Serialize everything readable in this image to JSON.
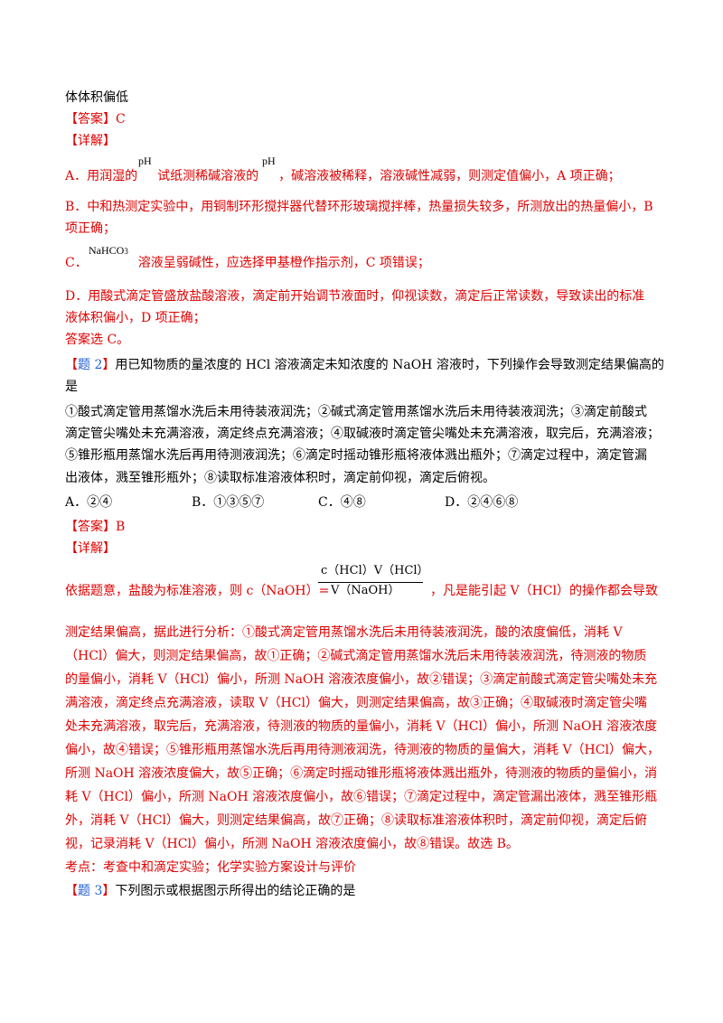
{
  "lines": {
    "l1": "体体积偏低",
    "ans1_tag": "【答案】",
    "ans1_val": "C",
    "detail1_tag": "【详解】",
    "a_pre": "A．用润湿的",
    "a_ph1": "pH",
    "a_mid": "试纸测稀碱溶液的",
    "a_ph2": "pH",
    "a_post": "，碱溶液被稀释，溶液碱性减弱，则测定值偏小，A 项正确；",
    "b1": "B．中和热测定实验中，用铜制环形搅拌器代替环形玻璃搅拌棒，热量损失较多，所测放出的热量偏小，B",
    "b2": "项正确；",
    "c_pre": "C．",
    "c_formula_main": "NaHCO",
    "c_formula_sub": "3",
    "c_post": "溶液呈弱碱性，应选择甲基橙作指示剂，C 项错误；",
    "d1": "D．用酸式滴定管盛放盐酸溶液，滴定前开始调节液面时，仰视读数，滴定后正常读数，导致读出的标准",
    "d2": "液体积偏小，D 项正确；",
    "sel": "答案选 C。"
  },
  "q2": {
    "tag_open": "【",
    "tag_text": "题 2",
    "tag_close": "】",
    "stem1": "用已知物质的量浓度的 HCl 溶液滴定未知浓度的 NaOH 溶液时，下列操作会导致测定结果偏高的",
    "stem2": "是",
    "s1": "①酸式滴定管用蒸馏水洗后未用待装液润洗；②碱式滴定管用蒸馏水洗后未用待装液润洗；③滴定前酸式",
    "s2": "滴定管尖嘴处未充满溶液，滴定终点充满溶液；④取碱液时滴定管尖嘴处未充满溶液，取完后，充满溶液；",
    "s3": "⑤锥形瓶用蒸馏水洗后再用待测液润洗；⑥滴定时摇动锥形瓶将液体溅出瓶外；⑦滴定过程中，滴定管漏",
    "s4": "出液体，溅至锥形瓶外；⑧读取标准溶液体积时，滴定前仰视，滴定后俯视。",
    "options": [
      "A．②④",
      "B．①③⑤⑦",
      "C．④⑧",
      "D．②④⑥⑧"
    ],
    "ans_tag": "【答案】",
    "ans_val": "B",
    "detail_tag": "【详解】",
    "f_pre": "依据题意，盐酸为标准溶液，则 c（NaOH）=",
    "f_num": "c（HCl）V（HCl）",
    "f_den": "V（NaOH）",
    "f_post": "，凡是能引起 V（HCl）的操作都会导致",
    "e1": "测定结果偏高，据此进行分析：①酸式滴定管用蒸馏水洗后未用待装液润洗，酸的浓度偏低，消耗 V",
    "e2": "（HCl）偏大，则测定结果偏高，故①正确；②碱式滴定管用蒸馏水洗后未用待装液润洗，待测液的物质",
    "e3": "的量偏小，消耗 V（HCl）偏小，所测 NaOH 溶液浓度偏小，故②错误；③滴定前酸式滴定管尖嘴处未充",
    "e4": "满溶液，滴定终点充满溶液，读取 V（HCl）偏大，则测定结果偏高，故③正确；④取碱液时滴定管尖嘴",
    "e5": "处未充满溶液，取完后，充满溶液，待测液的物质的量偏小，消耗 V（HCl）偏小，所测 NaOH 溶液浓度",
    "e6": "偏小，故④错误；⑤锥形瓶用蒸馏水洗后再用待测液润洗，待测液的物质的量偏大，消耗 V（HCl）偏大，",
    "e7": "所测 NaOH 溶液浓度偏大，故⑤正确；⑥滴定时摇动锥形瓶将液体溅出瓶外，待测液的物质的量偏小，消",
    "e8": "耗 V（HCl）偏小，所测 NaOH 溶液浓度偏小，故⑥错误；⑦滴定过程中，滴定管漏出液体，溅至锥形瓶",
    "e9": "外，消耗 V（HCl）偏大，则测定结果偏高，故⑦正确；⑧读取标准溶液体积时，滴定前仰视，滴定后俯",
    "e10": "视，记录消耗 V（HCl）偏小，所测 NaOH 溶液浓度偏小，故⑧错误。故选 B。",
    "kaodian": "考点：考查中和滴定实验；化学实验方案设计与评价"
  },
  "q3": {
    "tag_open": "【",
    "tag_text": "题 3",
    "tag_close": "】",
    "stem": "下列图示或根据图示所得出的结论正确的是"
  },
  "colors": {
    "answer_red": "#e00000",
    "question_blue": "#1f5fd6",
    "text_black": "#000000"
  }
}
